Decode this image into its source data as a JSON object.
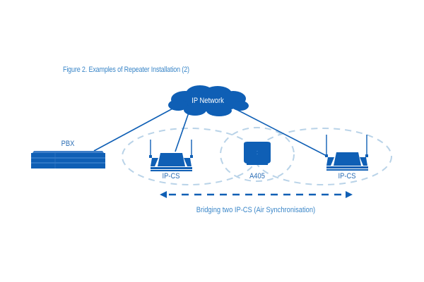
{
  "figure": {
    "caption": "Figure 2. Examples of Repeater Installation (2)"
  },
  "nodes": {
    "network": {
      "label": "IP Network",
      "icon": "cloud-icon"
    },
    "pbx": {
      "label": "PBX",
      "icon": "pbx-rack-icon"
    },
    "ipcs_left": {
      "label": "IP-CS",
      "icon": "base-station-icon"
    },
    "repeater": {
      "label": "A405",
      "icon": "repeater-icon"
    },
    "ipcs_right": {
      "label": "IP-CS",
      "icon": "base-station-icon"
    }
  },
  "connections": [
    {
      "from": "network",
      "to": "pbx"
    },
    {
      "from": "network",
      "to": "ipcs_left"
    },
    {
      "from": "network",
      "to": "ipcs_right"
    }
  ],
  "coverage_zones": [
    "ipcs_left",
    "repeater",
    "ipcs_right"
  ],
  "bridge": {
    "label": "Bridging two IP-CS (Air Synchronisation)",
    "direction": "bidirectional"
  },
  "colors": {
    "primary": "#0f5fb5",
    "caption": "#3a86c8",
    "label": "#2a6db5",
    "coverage": "#b9d3e8"
  }
}
